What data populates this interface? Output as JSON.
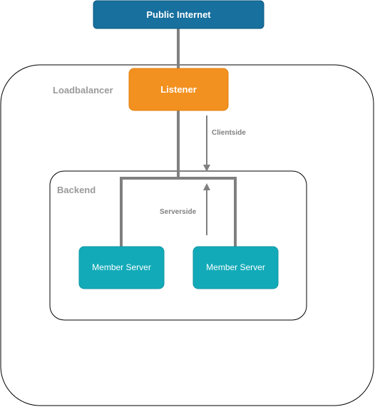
{
  "nodes": {
    "public_internet": {
      "label": "Public Internet"
    },
    "listener": {
      "label": "Listener"
    },
    "member_server_1": {
      "label": "Member Server"
    },
    "member_server_2": {
      "label": "Member Server"
    }
  },
  "groups": {
    "loadbalancer": {
      "label": "Loadbalancer"
    },
    "backend": {
      "label": "Backend"
    }
  },
  "annotations": {
    "clientside": "Clientside",
    "serverside": "Serverside"
  },
  "colors": {
    "public_internet_fill": "#17709e",
    "public_internet_stroke": "#0e5a80",
    "listener_fill": "#f39120",
    "listener_stroke": "#e07f10",
    "member_fill": "#12aab8",
    "member_stroke": "#0f96a3",
    "connector": "#808080",
    "group_label": "#9a9a9a",
    "annotation": "#808080",
    "group_border": "#000000"
  }
}
